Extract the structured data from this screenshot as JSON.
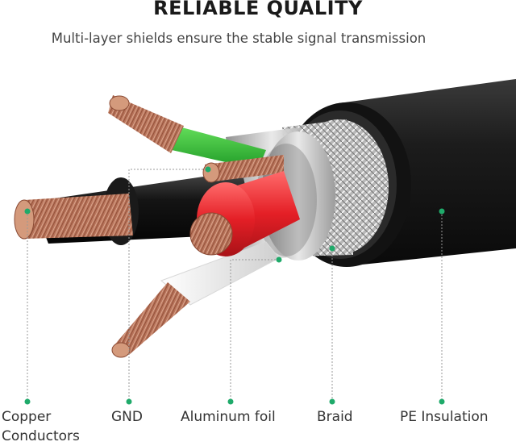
{
  "heading": "RELIABLE QUALITY",
  "subheading": "Multi-layer shields ensure the stable signal transmission",
  "accent_color": "#1faa6a",
  "labels": {
    "copper_line1": "Copper",
    "copper_line2": "Conductors",
    "gnd": "GND",
    "foil": "Aluminum foil",
    "braid": "Braid",
    "pe": "PE Insulation"
  }
}
